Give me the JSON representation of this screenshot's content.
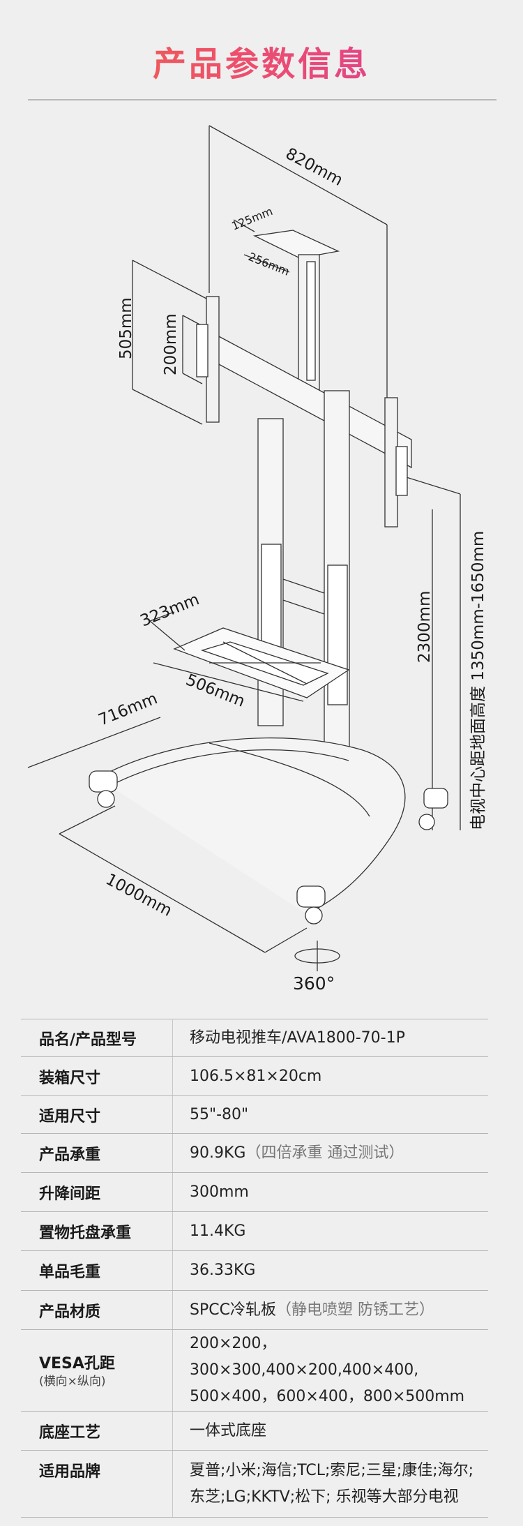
{
  "title": "产品参数信息",
  "dimensions": {
    "width": "820mm",
    "top_plate_a": "125mm",
    "top_plate_b": "256mm",
    "height_505": "505mm",
    "height_200": "200mm",
    "shelf_w": "323mm",
    "shelf_d": "506mm",
    "base_d": "716mm",
    "base_w": "1000mm",
    "total_height": "2300mm",
    "center_height": "电视中心距地面高度 1350mm-1650mm",
    "rotate": "360°"
  },
  "specs": [
    {
      "key": "品名/产品型号",
      "value": "移动电视推车/AVA1800-70-1P"
    },
    {
      "key": "装箱尺寸",
      "value": "106.5×81×20cm"
    },
    {
      "key": "适用尺寸",
      "value": "55\"-80\""
    },
    {
      "key": "产品承重",
      "value": "90.9KG",
      "note": "（四倍承重 通过测试）"
    },
    {
      "key": "升降间距",
      "value": "300mm"
    },
    {
      "key": "置物托盘承重",
      "value": "11.4KG"
    },
    {
      "key": "单品毛重",
      "value": "36.33KG"
    },
    {
      "key": "产品材质",
      "value": "SPCC冷轧板",
      "note": "（静电喷塑 防锈工艺）"
    },
    {
      "key": "VESA孔距",
      "key_sub": "(横向×纵向)",
      "value": "200×200，300×300,400×200,400×400,",
      "value2": "500×400，600×400，800×500mm"
    },
    {
      "key": "底座工艺",
      "value": "一体式底座"
    },
    {
      "key": "适用品牌",
      "value": "夏普;小米;海信;TCL;索尼;三星;康佳;海尔;",
      "value2": "东芝;LG;KKTV;松下; 乐视等大部分电视"
    }
  ]
}
